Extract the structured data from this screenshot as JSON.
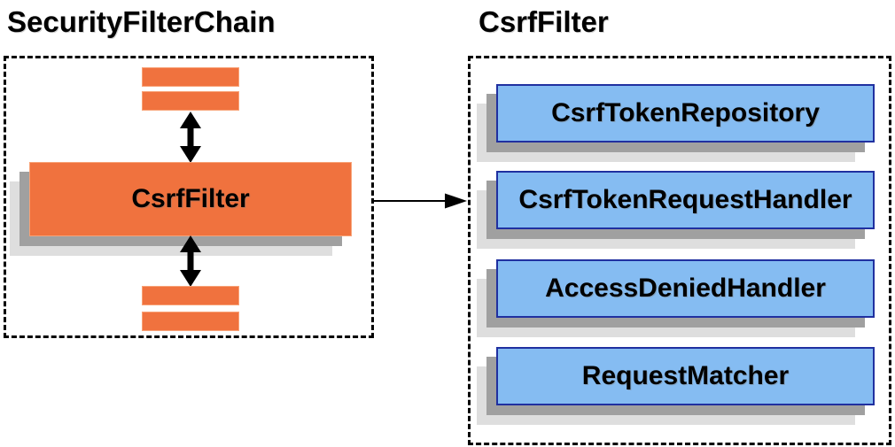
{
  "diagram": {
    "left_group": {
      "title": "SecurityFilterChain",
      "filter_box_label": "CsrfFilter",
      "top_stack_bar_count": 2,
      "bottom_stack_bar_count": 2
    },
    "right_group": {
      "title": "CsrfFilter",
      "components": [
        "CsrfTokenRepository",
        "CsrfTokenRequestHandler",
        "AccessDeniedHandler",
        "RequestMatcher"
      ]
    },
    "colors": {
      "orange_fill": "#F0723E",
      "orange_border": "#F8A277",
      "blue_fill": "#85BCF2",
      "blue_border": "#2030A0",
      "shadow_dark": "#A0A0A0",
      "shadow_light": "#DEDEDE",
      "arrow": "#000000",
      "text": "#000000",
      "background": "#FFFFFF"
    }
  }
}
